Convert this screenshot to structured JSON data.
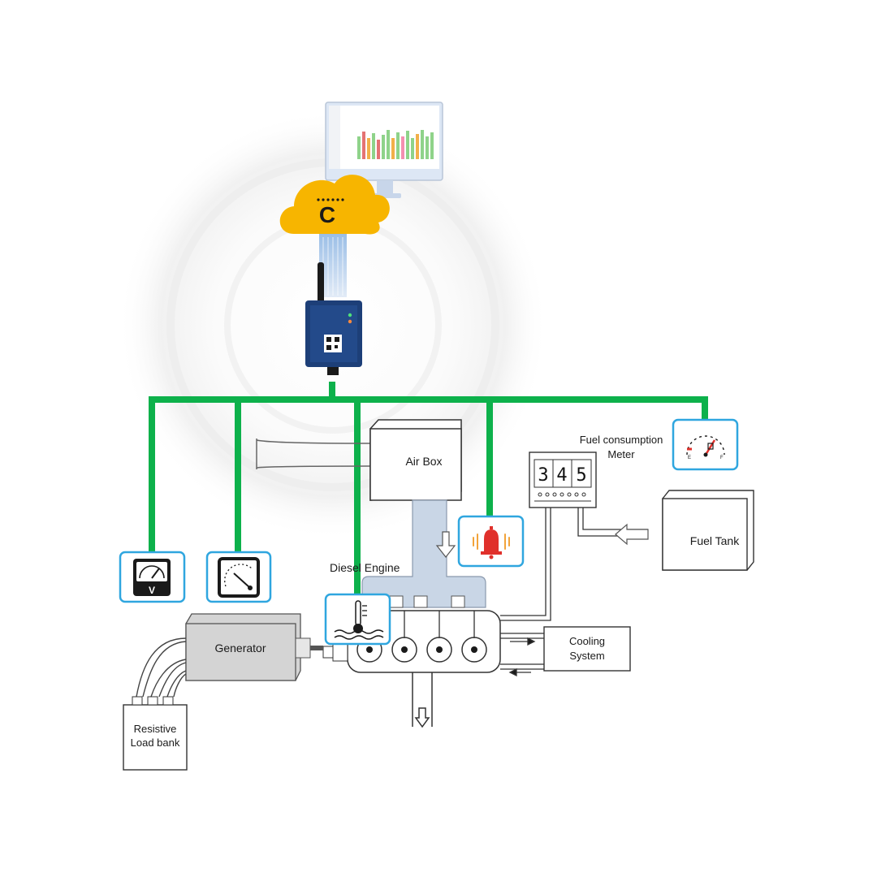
{
  "diagram": {
    "labels": {
      "air_box": "Air Box",
      "diesel_engine": "Diesel Engine",
      "generator": "Generator",
      "cooling_system_line1": "Cooling",
      "cooling_system_line2": "System",
      "fuel_tank": "Fuel Tank",
      "fuel_meter_line1": "Fuel consumption",
      "fuel_meter_line2": "Meter",
      "load_bank_line1": "Resistive",
      "load_bank_line2": "Load bank"
    },
    "cloud_letter": "C",
    "meter_digits": [
      "3",
      "4",
      "5"
    ],
    "voltmeter_letter": "V",
    "colors": {
      "bus_green": "#0db14b",
      "cloud_yellow": "#f7b500",
      "device_blue": "#1d3f78",
      "sensor_border": "#2fa6df",
      "alarm_red": "#e0302b",
      "engine_fill": "#c9d6e6",
      "generator_fill": "#d4d4d4"
    },
    "icons": [
      "voltmeter-icon",
      "gauge-icon",
      "temperature-icon",
      "alarm-bell-icon",
      "fuel-gauge-icon",
      "cloud-icon",
      "iot-gateway-icon",
      "monitor-icon"
    ]
  }
}
